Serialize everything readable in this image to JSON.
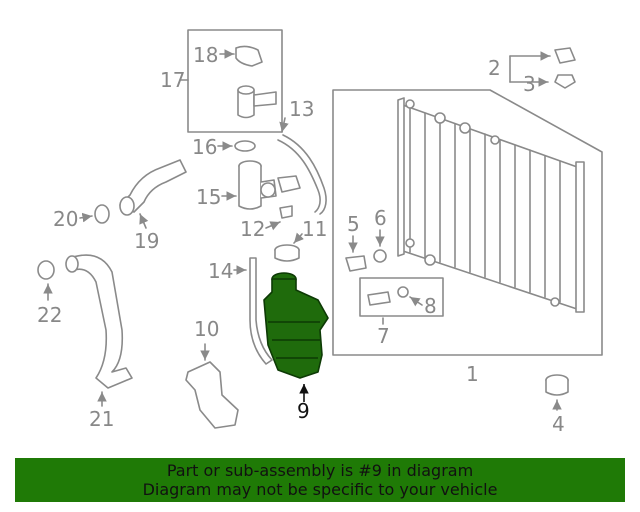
{
  "labels": {
    "p1": "1",
    "p2": "2",
    "p3": "3",
    "p4": "4",
    "p5": "5",
    "p6": "6",
    "p7": "7",
    "p8": "8",
    "p9": "9",
    "p10": "10",
    "p11": "11",
    "p12": "12",
    "p13": "13",
    "p14": "14",
    "p15": "15",
    "p16": "16",
    "p17": "17",
    "p18": "18",
    "p19": "19",
    "p20": "20",
    "p21": "21",
    "p22": "22"
  },
  "highlight": {
    "part": "9",
    "color": "#1f6b0c"
  },
  "banner": {
    "line1": "Part or sub-assembly is #9 in diagram",
    "line2": "Diagram may not be specific to your vehicle",
    "background": "#1f7a06"
  }
}
